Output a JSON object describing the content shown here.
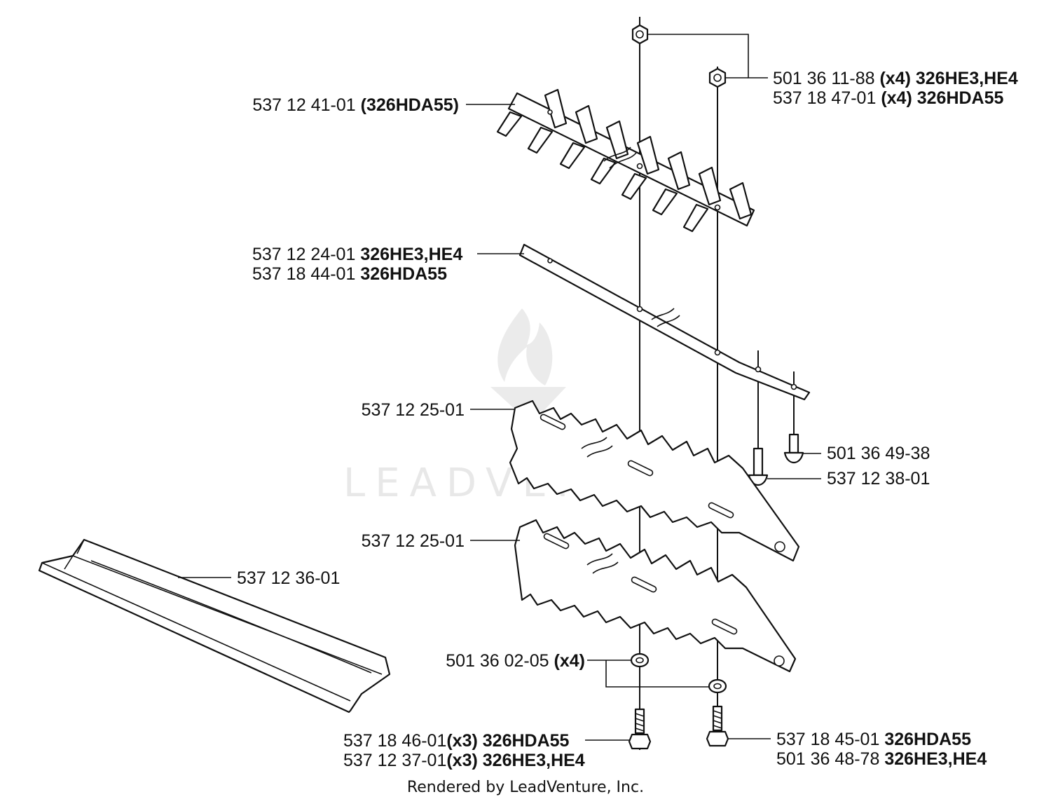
{
  "watermark": {
    "text": "LEADVENTURE"
  },
  "callouts": {
    "nut_top": {
      "line1": {
        "part": "501 36 11-88",
        "qty": "(x4)",
        "model": "326HE3,HE4"
      },
      "line2": {
        "part": "537 18 47-01",
        "qty": "(x4)",
        "model": "326HDA55"
      }
    },
    "blade_top": {
      "part": "537 12 41-01",
      "model": "(326HDA55)"
    },
    "guide_bar": {
      "line1": {
        "part": "537 12 24-01",
        "model": "326HE3,HE4"
      },
      "line2": {
        "part": "537 18 44-01",
        "model": "326HDA55"
      }
    },
    "blade_upper": {
      "part": "537 12 25-01"
    },
    "screw_short": {
      "part": "501 36 49-38"
    },
    "screw_long": {
      "part": "537 12 38-01"
    },
    "blade_lower": {
      "part": "537 12 25-01"
    },
    "sheath": {
      "part": "537 12 36-01"
    },
    "washer": {
      "part": "501 36 02-05",
      "qty": "(x4)"
    },
    "bolt_left": {
      "line1": {
        "part": "537 18 46-01",
        "qty": "(x3)",
        "model": "326HDA55"
      },
      "line2": {
        "part": "537 12 37-01",
        "qty": "(x3)",
        "model": "326HE3,HE4"
      }
    },
    "bolt_right": {
      "line1": {
        "part": "537 18 45-01",
        "model": "326HDA55"
      },
      "line2": {
        "part": "501 36 48-78",
        "model": "326HE3,HE4"
      }
    }
  },
  "footer": {
    "text": "Rendered by LeadVenture, Inc."
  }
}
